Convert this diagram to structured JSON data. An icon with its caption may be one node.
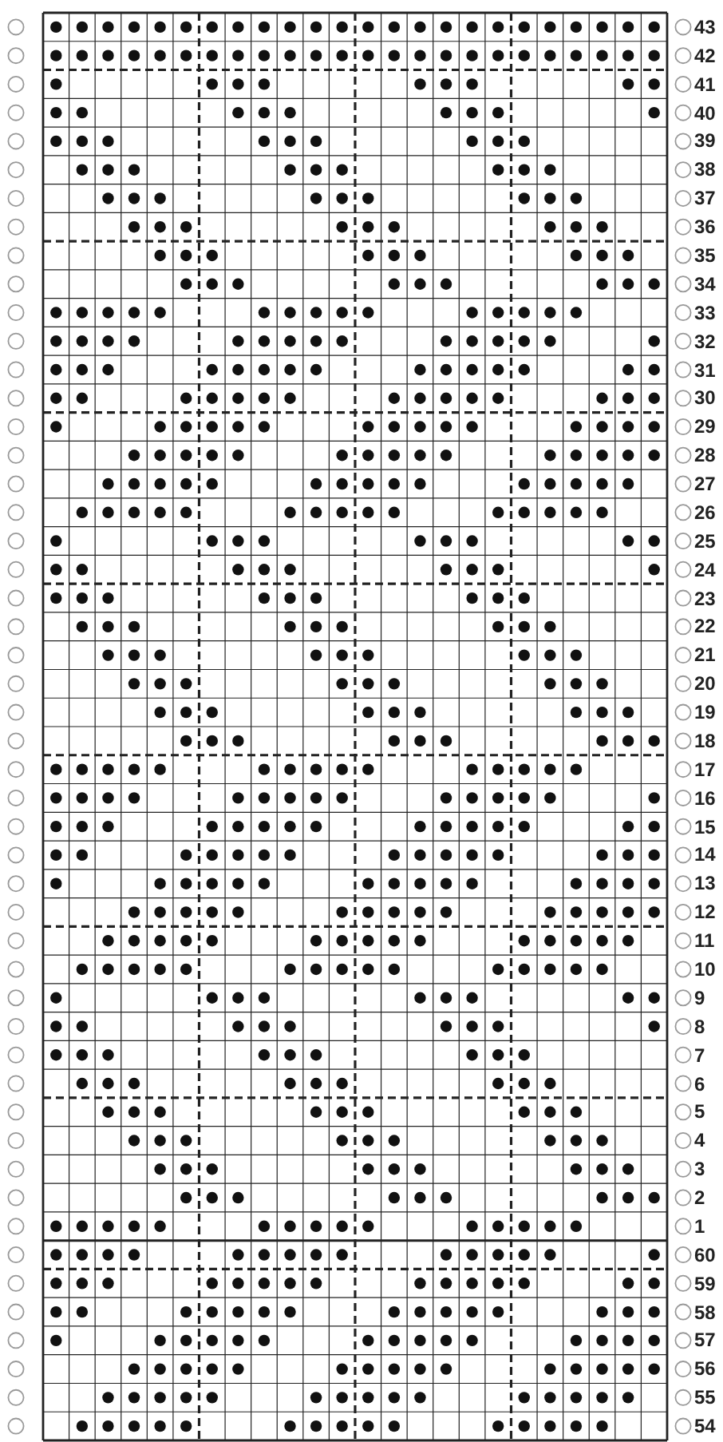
{
  "diagram": {
    "labels": [
      "43",
      "42",
      "41",
      "40",
      "39",
      "38",
      "37",
      "36",
      "35",
      "34",
      "33",
      "32",
      "31",
      "30",
      "29",
      "28",
      "27",
      "26",
      "25",
      "24",
      "23",
      "22",
      "21",
      "20",
      "19",
      "18",
      "17",
      "16",
      "15",
      "14",
      "13",
      "12",
      "11",
      "10",
      "9",
      "8",
      "7",
      "6",
      "5",
      "4",
      "3",
      "2",
      "1",
      "60",
      "59",
      "58",
      "57",
      "56",
      "55",
      "54"
    ]
  }
}
